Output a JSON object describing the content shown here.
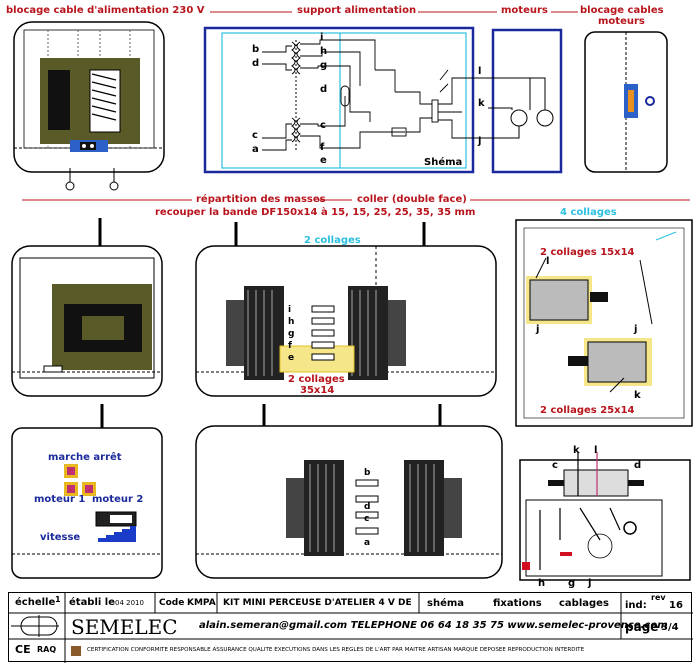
{
  "headers": {
    "blocage_alim": "blocage cable d'alimentation 230 V",
    "support_alim": "support alimentation",
    "moteurs": "moteurs",
    "blocage_moteurs_1": "blocage cables",
    "blocage_moteurs_2": "moteurs",
    "repartition": "répartition des masses",
    "coller": "coller (double face)",
    "recouper": "recouper la bande DF150x14 à 15, 15, 25, 25, 35, 35 mm"
  },
  "schema": {
    "label": "Shéma",
    "left_letters": [
      "b",
      "d",
      "c",
      "a"
    ],
    "mid_letters": [
      "i",
      "h",
      "g",
      "d",
      "c",
      "f",
      "e"
    ],
    "right_letters": [
      "l",
      "k",
      "j"
    ]
  },
  "collages": {
    "center_top": "2 collages",
    "center_bottom_1": "2 collages",
    "center_bottom_2": "35x14",
    "right_top": "4 collages",
    "right_15": "2 collages 15x14",
    "right_25": "2 collages 25x14",
    "motor_letters": [
      "l",
      "j",
      "j",
      "k"
    ]
  },
  "coil_letters_top": [
    "i",
    "h",
    "g",
    "f",
    "e"
  ],
  "coil_letters_bottom": [
    "b",
    "d",
    "c",
    "a"
  ],
  "panel": {
    "marche_arret": "marche arrêt",
    "moteur1": "moteur 1",
    "moteur2": "moteur 2",
    "vitesse": "vitesse"
  },
  "pcb_letters": {
    "c": "c",
    "k": "k",
    "l": "l",
    "d": "d",
    "h": "h",
    "g": "g",
    "j": "j"
  },
  "title_block": {
    "echelle_label": "échelle",
    "echelle_value": "1",
    "etabli_label": "établi le",
    "etabli_value": "04 2010",
    "code_label": "Code",
    "code_value": "KMPA",
    "kit_title": "KIT MINI PERCEUSE D'ATELIER 4 V DE",
    "tab1": "shéma",
    "tab2": "fixations",
    "tab3": "cablages",
    "ind_label": "ind:",
    "rev_label": "rev",
    "rev_value": "16",
    "company": "SEMELEC",
    "contact": "alain.semeran@gmail.com TELEPHONE  06 64 18 35 75 www.semelec-provence.com",
    "page_label": "page",
    "page_value": "3/4",
    "ce_mark": "CE",
    "raq": "RAQ",
    "certification": "CERTIFICATION CONFORMITE RESPONSABLE ASSURANCE QUALITE  EXECUTIONS DANS LES REGLES DE L'ART PAR MAITRE ARTISAN  MARQUE DEPOSEE  REPRODUCTION INTERDITE"
  },
  "colors": {
    "heading_red": "#b8141c",
    "label_blue": "#1a2a9c",
    "accent_cyan": "#2bc0e0",
    "olive": "#5a5a28",
    "motor_highlight": "#f5e68a",
    "schema_border": "#1a2a9c"
  }
}
